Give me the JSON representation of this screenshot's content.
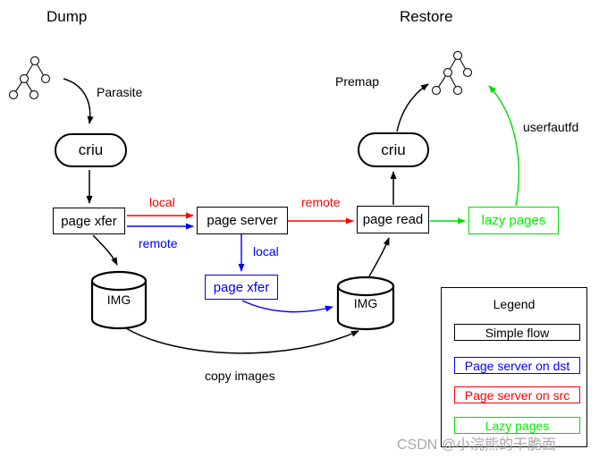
{
  "titles": {
    "dump": "Dump",
    "restore": "Restore"
  },
  "nodes": {
    "criu_left": "criu",
    "criu_right": "criu",
    "page_xfer_src": "page xfer",
    "page_server": "page server",
    "page_read": "page read",
    "lazy_pages": "lazy pages",
    "page_xfer_dst": "page xfer",
    "img_left": "IMG",
    "img_right": "IMG"
  },
  "edge_labels": {
    "parasite": "Parasite",
    "local_src": "local",
    "remote_src": "remote",
    "remote_dst": "remote",
    "local_dst": "local",
    "copy_images": "copy images",
    "premap": "Premap",
    "userfaultfd": "userfautfd"
  },
  "legend": {
    "title": "Legend",
    "items": [
      {
        "label": "Simple flow",
        "color": "#000000"
      },
      {
        "label": "Page server on dst",
        "color": "#0000ff"
      },
      {
        "label": "Page server on src",
        "color": "#ff0000"
      },
      {
        "label": "Lazy pages",
        "color": "#00ee00"
      }
    ]
  },
  "watermark": "CSDN @小浣熊的干脆面",
  "colors": {
    "simple_flow": "#000000",
    "page_server_dst": "#0000ff",
    "page_server_src": "#ff0000",
    "lazy_pages": "#00ee00",
    "watermark": "#a8a8a8"
  }
}
